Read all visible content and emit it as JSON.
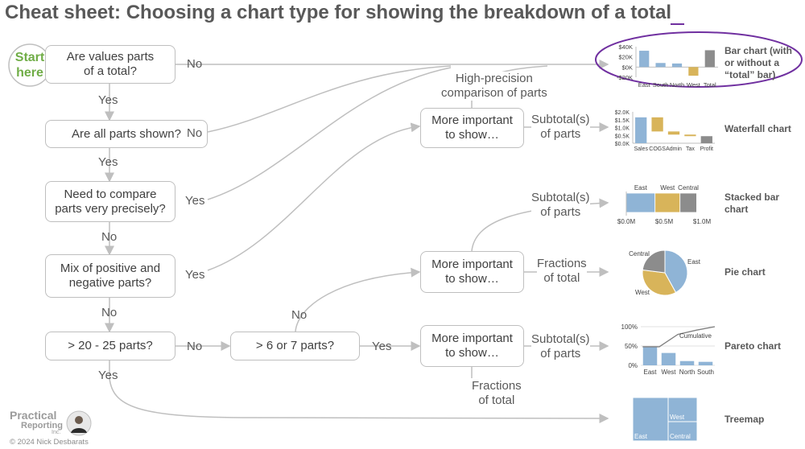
{
  "title": "Cheat sheet: Choosing a chart type for showing the breakdown of a total",
  "start": "Start\nhere",
  "questions": {
    "q1": "Are values parts\nof a total?",
    "q2": "Are all parts shown?",
    "q3": "Need to compare\nparts very precisely?",
    "q4": "Mix of positive and\nnegative parts?",
    "q5": "> 20 - 25 parts?",
    "q6": "> 6 or 7 parts?",
    "m1": "More important\nto show…",
    "m2": "More important\nto show…",
    "m3": "More important\nto show…"
  },
  "edge_labels": {
    "no1": "No",
    "yes1": "Yes",
    "no2": "No",
    "yes2": "Yes",
    "yes3": "Yes",
    "no3": "No",
    "yes4": "Yes",
    "no4": "No",
    "no5": "No",
    "yes5": "Yes",
    "yes6": "Yes",
    "no6": "No",
    "high_precision": "High-precision\ncomparison of parts",
    "subtotals_a": "Subtotal(s)\nof parts",
    "subtotals_b": "Subtotal(s)\nof parts",
    "fractions_a": "Fractions\nof total",
    "subtotals_c": "Subtotal(s)\nof parts",
    "fractions_b": "Fractions\nof total"
  },
  "chart_names": {
    "bar": "Bar chart (with\nor without a\n“total” bar)",
    "waterfall": "Waterfall chart",
    "stacked": "Stacked bar\nchart",
    "pie": "Pie chart",
    "pareto": "Pareto chart",
    "treemap": "Treemap"
  },
  "colors": {
    "blue": "#8fb4d6",
    "gold": "#d8b45a",
    "gray": "#8c8c8c",
    "purple": "#7030a0",
    "green": "#70ad47",
    "line": "#bfbfbf"
  },
  "chart_data": [
    {
      "type": "bar",
      "categories": [
        "East",
        "South",
        "North",
        "West",
        "Total"
      ],
      "values": [
        32,
        8,
        7,
        -17,
        33
      ],
      "yticks": [
        "$40K",
        "$20K",
        "$0K",
        "-$20K"
      ],
      "ylim": [
        -20,
        40
      ]
    },
    {
      "type": "bar",
      "categories": [
        "Sales",
        "COGS",
        "Admin",
        "Tax",
        "Profit"
      ],
      "segments": [
        [
          0,
          1.65
        ],
        [
          0.75,
          1.65
        ],
        [
          0.55,
          0.75
        ],
        [
          0.45,
          0.55
        ],
        [
          0,
          0.45
        ]
      ],
      "yticks": [
        "$2.0K",
        "$1.5K",
        "$1.0K",
        "$0.5K",
        "$0.0K"
      ],
      "ylim": [
        0,
        2.0
      ]
    },
    {
      "type": "bar",
      "categories": [
        "East",
        "West",
        "Central"
      ],
      "values": [
        0.38,
        0.33,
        0.22
      ],
      "xticks": [
        "$0.0M",
        "$0.5M",
        "$1.0M"
      ],
      "xlim": [
        0,
        1.0
      ]
    },
    {
      "type": "pie",
      "categories": [
        "East",
        "West",
        "Central"
      ],
      "values": [
        42,
        35,
        23
      ]
    },
    {
      "type": "bar",
      "categories": [
        "East",
        "West",
        "North",
        "South"
      ],
      "values": [
        48,
        32,
        11,
        9
      ],
      "cumulative_label": "Cumulative",
      "yticks": [
        "100%",
        "50%",
        "0%"
      ],
      "ylim": [
        0,
        100
      ]
    },
    {
      "type": "table",
      "categories": [
        "East",
        "West",
        "Central"
      ],
      "values": [
        55,
        25,
        20
      ]
    }
  ],
  "logo": {
    "line1": "Practical",
    "line2": "Reporting",
    "line3": "Inc."
  },
  "footer": "© 2024 Nick Desbarats"
}
